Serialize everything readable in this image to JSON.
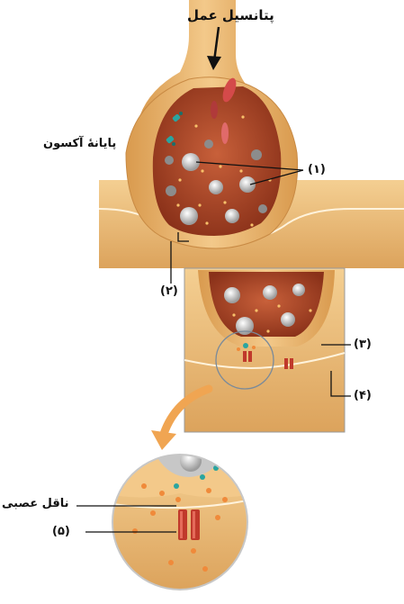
{
  "labels": {
    "action_potential": "پتانسیل عمل",
    "axon_terminal": "پایانهٔ آکسون",
    "neurotransmitter": "ناقل عصبی"
  },
  "callouts": {
    "c1": "(۱)",
    "c2": "(۲)",
    "c3": "(۳)",
    "c4": "(۴)",
    "c5": "(۵)"
  },
  "colors": {
    "membrane": "#e8b86a",
    "cytoplasm": "#b5502e",
    "vesicle": "#cfcfcf",
    "receptor": "#c0392b",
    "arrow": "#f0a552"
  }
}
